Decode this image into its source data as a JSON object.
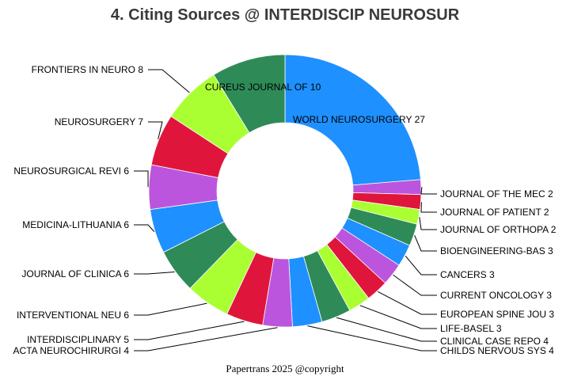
{
  "chart_data": {
    "type": "pie",
    "title": "4. Citing Sources @ INTERDISCIP NEUROSUR",
    "footer": "Papertrans 2025 @copyright",
    "donut": true,
    "slices": [
      {
        "label": "WORLD NEUROSURGERY 27",
        "value": 27,
        "color": "#1e90ff"
      },
      {
        "label": "JOURNAL OF THE MEC 2",
        "value": 2,
        "color": "#bb55dd"
      },
      {
        "label": "JOURNAL OF PATIENT 2",
        "value": 2,
        "color": "#e0153c"
      },
      {
        "label": "JOURNAL OF ORTHOPA 2",
        "value": 2,
        "color": "#aaff33"
      },
      {
        "label": "BIOENGINEERING-BAS 3",
        "value": 3,
        "color": "#2e8b57"
      },
      {
        "label": "CANCERS 3",
        "value": 3,
        "color": "#1e90ff"
      },
      {
        "label": "CURRENT ONCOLOGY 3",
        "value": 3,
        "color": "#bb55dd"
      },
      {
        "label": "EUROPEAN SPINE JOU 3",
        "value": 3,
        "color": "#e0153c"
      },
      {
        "label": "LIFE-BASEL 3",
        "value": 3,
        "color": "#aaff33"
      },
      {
        "label": "CLINICAL CASE REPO 4",
        "value": 4,
        "color": "#2e8b57"
      },
      {
        "label": "CHILDS NERVOUS SYS 4",
        "value": 4,
        "color": "#1e90ff"
      },
      {
        "label": "ACTA NEUROCHIRURGI 4",
        "value": 4,
        "color": "#bb55dd"
      },
      {
        "label": "INTERDISCIPLINARY  5",
        "value": 5,
        "color": "#e0153c"
      },
      {
        "label": "INTERVENTIONAL NEU 6",
        "value": 6,
        "color": "#aaff33"
      },
      {
        "label": "JOURNAL OF CLINICA 6",
        "value": 6,
        "color": "#2e8b57"
      },
      {
        "label": "MEDICINA-LITHUANIA 6",
        "value": 6,
        "color": "#1e90ff"
      },
      {
        "label": "NEUROSURGICAL REVI 6",
        "value": 6,
        "color": "#bb55dd"
      },
      {
        "label": "NEUROSURGERY 7",
        "value": 7,
        "color": "#e0153c"
      },
      {
        "label": "FRONTIERS IN NEURO 8",
        "value": 8,
        "color": "#aaff33"
      },
      {
        "label": "CUREUS JOURNAL OF  10",
        "value": 10,
        "color": "#2e8b57"
      }
    ]
  }
}
